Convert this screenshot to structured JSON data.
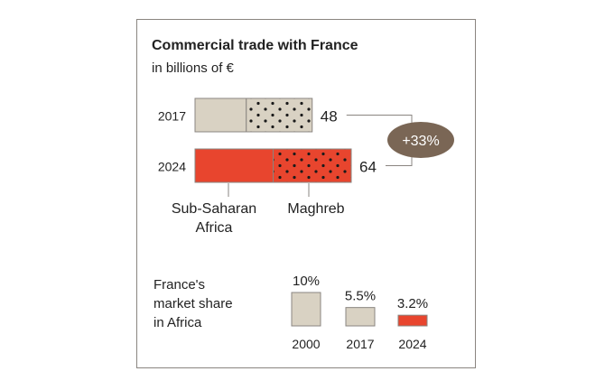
{
  "chart_data": [
    {
      "type": "bar",
      "orientation": "horizontal",
      "stacked": true,
      "title": "Commercial trade with France",
      "subtitle": "in billions of €",
      "categories": [
        "2017",
        "2024"
      ],
      "series": [
        {
          "name": "Sub-Saharan Africa",
          "values": [
            21,
            32
          ],
          "pattern": "solid"
        },
        {
          "name": "Maghreb",
          "values": [
            27,
            32
          ],
          "pattern": "dotted"
        }
      ],
      "totals": [
        "48",
        "64"
      ],
      "change_label": "+33%",
      "series_labels": [
        "Sub-Saharan Africa",
        "Maghreb"
      ],
      "colors": {
        "2017": "#d9d2c3",
        "2024": "#e8452e",
        "dots": "#1a1a1a",
        "badge": "#7a6655",
        "line": "#8a8580"
      }
    },
    {
      "type": "bar",
      "title": "France's market share in Africa",
      "title_lines": [
        "France's",
        "market share",
        "in Africa"
      ],
      "categories": [
        "2000",
        "2017",
        "2024"
      ],
      "values": [
        10,
        5.5,
        3.2
      ],
      "value_labels": [
        "10%",
        "5.5%",
        "3.2%"
      ],
      "unit": "%",
      "colors": [
        "#d9d2c3",
        "#d9d2c3",
        "#e8452e"
      ]
    }
  ]
}
